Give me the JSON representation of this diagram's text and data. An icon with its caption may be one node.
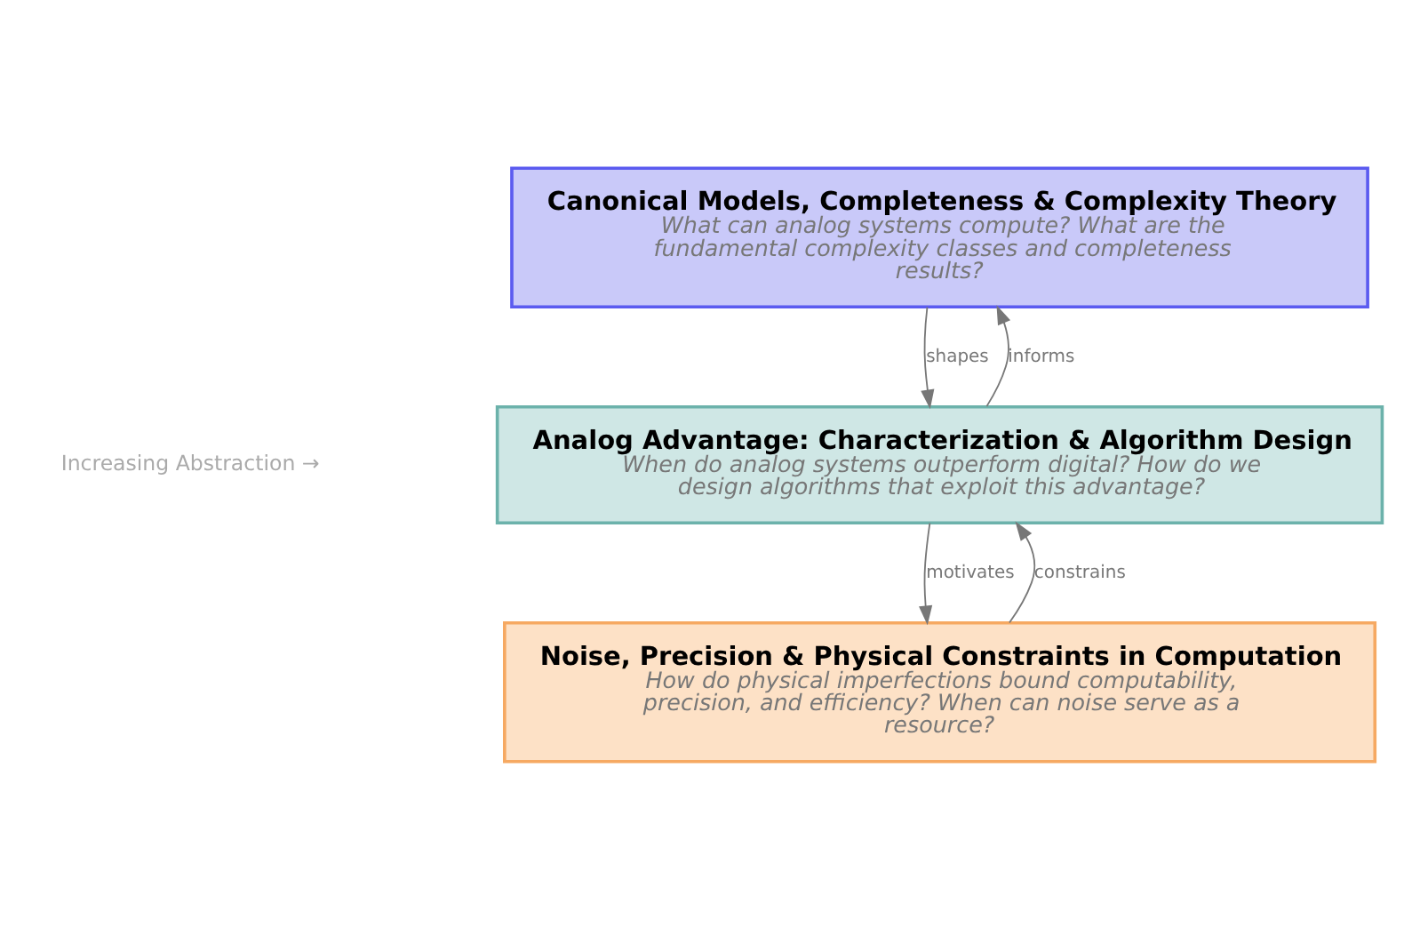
{
  "diagram": {
    "nodes": [
      {
        "text": [
          "Canonical Models, Completeness & Complexity Theory",
          "What can analog systems compute? What are the fundamental complexity classes and completeness results?"
        ]
      },
      {
        "text": [
          "Analog Advantage: Characterization & Algorithm Design",
          "When do analog systems outperform digital? How do we design algorithms that exploit this advantage?"
        ]
      },
      {
        "text": [
          "Noise, Precision & Physical Constraints in Computation",
          "How do physical imperfections bound computability, precision, and efficiency? When can noise serve as a resource?"
        ]
      }
    ],
    "edges": [
      {
        "from": 1,
        "to": 0,
        "arrow": "to",
        "label": "informs"
      },
      {
        "from": 0,
        "to": 1,
        "arrow": "to",
        "label": "shapes"
      },
      {
        "from": 2,
        "to": 1,
        "arrow": "to",
        "label": "constrains"
      },
      {
        "from": 1,
        "to": 2,
        "arrow": "to",
        "label": "motivates"
      }
    ],
    "labels": [
      "Increasing Abstraction →"
    ]
  }
}
